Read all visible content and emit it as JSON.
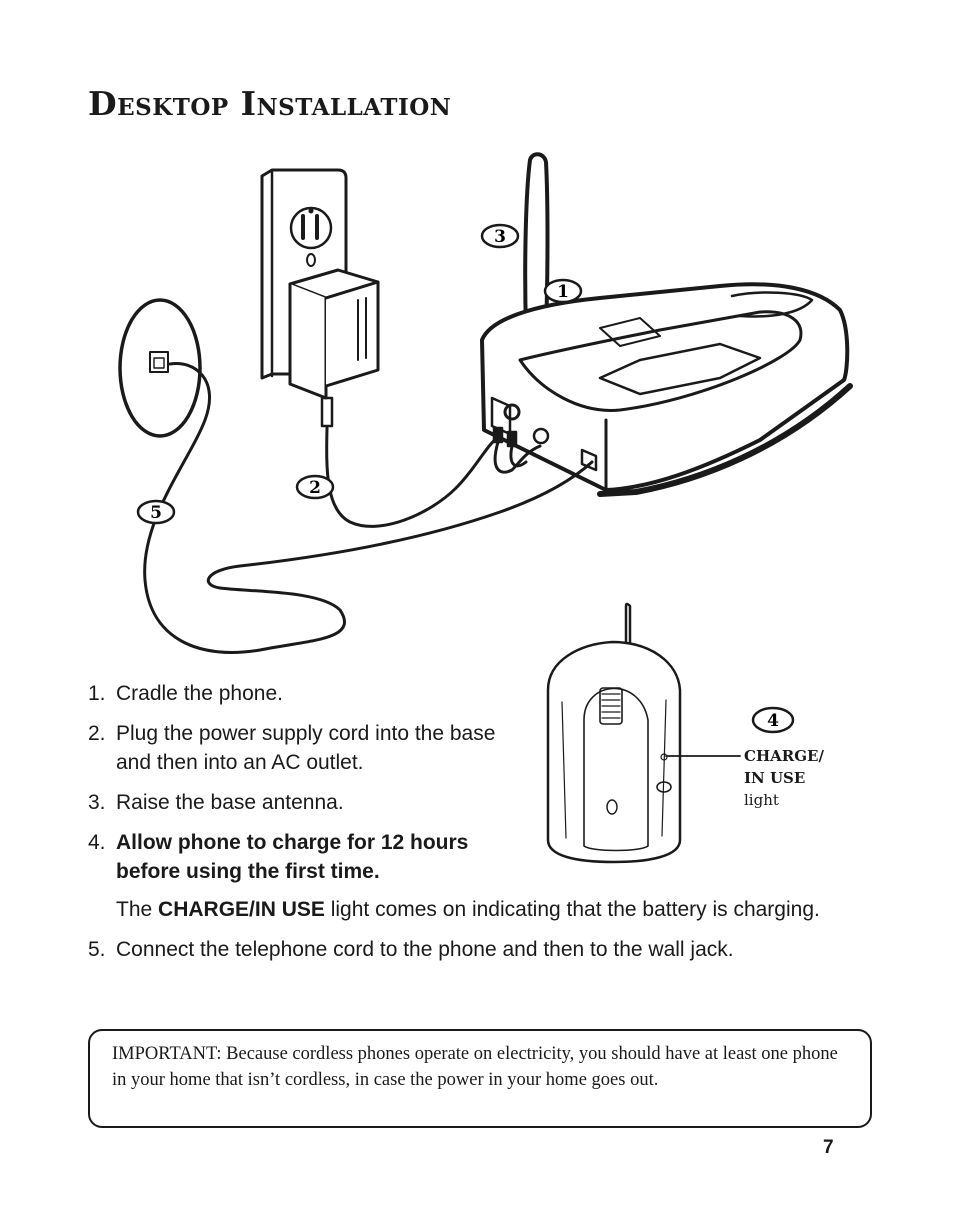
{
  "title": "Desktop Installation",
  "callouts": {
    "c1": "1",
    "c2": "2",
    "c3": "3",
    "c4": "4",
    "c5": "5"
  },
  "light_label": {
    "line1": "CHARGE/",
    "line2": "IN USE",
    "line3": "light"
  },
  "steps": [
    {
      "num": "1.",
      "text": "Cradle the phone."
    },
    {
      "num": "2.",
      "text": "Plug the power supply cord into the base and then into an AC outlet."
    },
    {
      "num": "3.",
      "text": "Raise the base antenna."
    },
    {
      "num": "4.",
      "text": "Allow phone to charge for 12 hours before using the first time.",
      "sub_before": "The ",
      "sub_bold": "CHARGE/IN USE",
      "sub_after": " light comes on indicating that the battery is charging."
    },
    {
      "num": "5.",
      "text": "Connect the telephone cord to the phone and then to the wall jack."
    }
  ],
  "important": "IMPORTANT: Because cordless phones operate on electricity, you should have at least one phone in your home that isn’t cordless, in case the power in your home goes out.",
  "page_number": "7"
}
